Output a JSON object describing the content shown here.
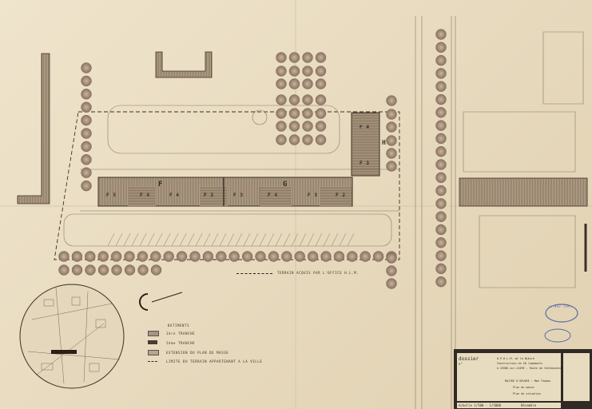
{
  "plan": {
    "building_labels": [
      "F 5",
      "F 4",
      "F 4",
      "F 3",
      "F 3",
      "F 4",
      "F 3",
      "F 2"
    ],
    "block_letters": [
      "F",
      "G",
      "H"
    ],
    "h_block_labels": [
      "F 4",
      "F 3"
    ],
    "terrain_note": "TERRAIN ACQUIS PAR L'OFFICE H.L.M."
  },
  "legend": {
    "title": "BATIMENTS",
    "items": [
      {
        "label": "1ère TRANCHE",
        "color": "#a89580"
      },
      {
        "label": "2ème TRANCHE",
        "color": "#4a3a30"
      },
      {
        "label": "EXTENSION DU PLAN DE MASSE",
        "color": "#b8a58c"
      },
      {
        "label": "LIMITE DU TERRAIN APPARTENANT A LA VILLE",
        "color": "#3a3026"
      }
    ]
  },
  "title_block": {
    "dossier": "dossier",
    "dossier_no": "n°",
    "client": "O.P.H.L.M. de la Nièvre",
    "project": "Construction de 48 logements",
    "location": "à COSNE-sur-LOIRE - Route de Châteauneuf",
    "architect": "MAITRE D'OEUVRE : Mme Thomas",
    "sheet1": "Plan de masse",
    "sheet2": "Plan de situation",
    "scale": "échelle 1/500 - 1/5000",
    "date": "Décembre"
  },
  "stamps": {
    "stamp_date": "11 NOV 1967"
  }
}
